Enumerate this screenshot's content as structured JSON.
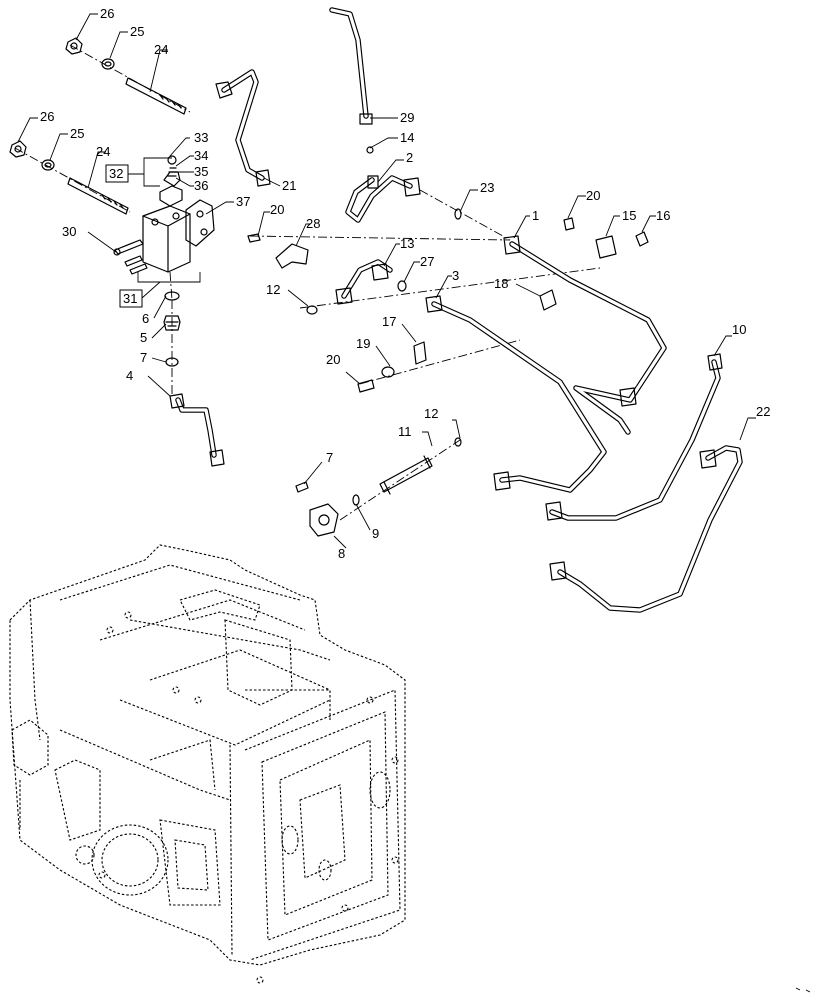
{
  "callouts": {
    "c1": "1",
    "c2": "2",
    "c3": "3",
    "c4": "4",
    "c5": "5",
    "c6": "6",
    "c7a": "7",
    "c7b": "7",
    "c8": "8",
    "c9": "9",
    "c10": "10",
    "c11": "11",
    "c12a": "12",
    "c12b": "12",
    "c13": "13",
    "c14": "14",
    "c15": "15",
    "c16": "16",
    "c17": "17",
    "c18": "18",
    "c19": "19",
    "c20a": "20",
    "c20b": "20",
    "c20c": "20",
    "c21": "21",
    "c22": "22",
    "c23": "23",
    "c24a": "24",
    "c24b": "24",
    "c25a": "25",
    "c25b": "25",
    "c26a": "26",
    "c26b": "26",
    "c27": "27",
    "c28": "28",
    "c29": "29",
    "c30": "30",
    "c31": "31",
    "c32": "32",
    "c33": "33",
    "c34": "34",
    "c35": "35",
    "c36": "36",
    "c37": "37"
  }
}
